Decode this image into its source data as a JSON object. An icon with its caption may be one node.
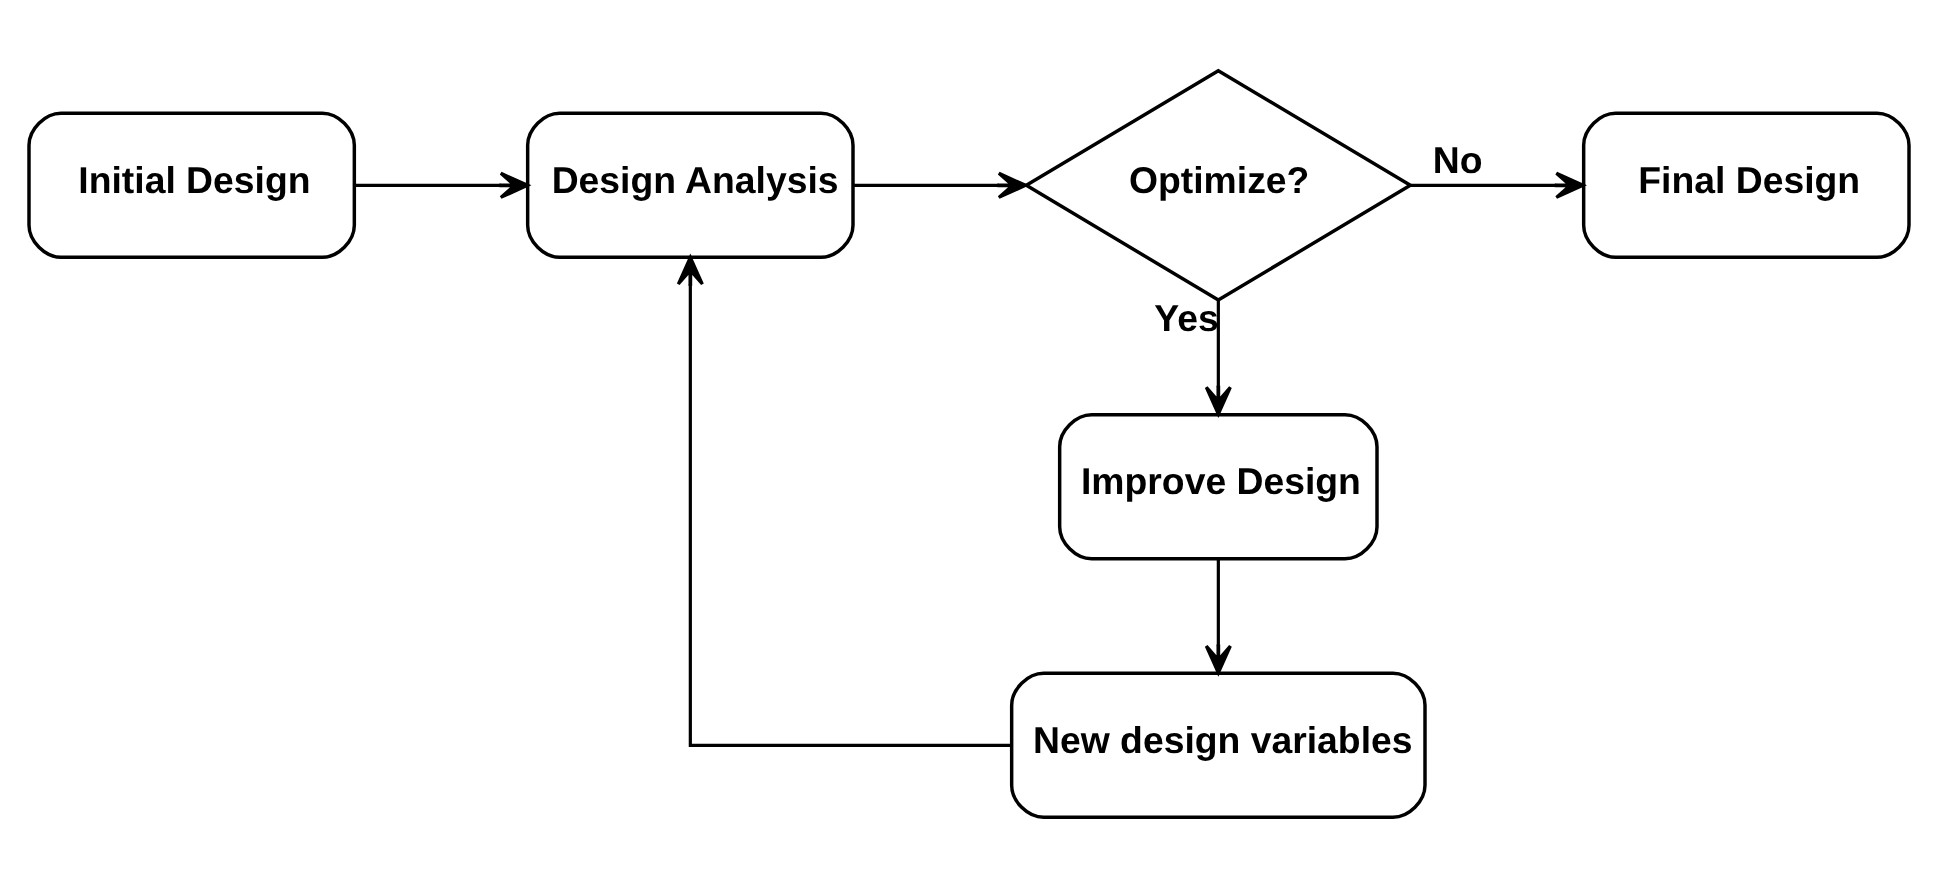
{
  "diagram": {
    "nodes": [
      {
        "text": [
          "Initial Design"
        ]
      },
      {
        "text": [
          "Design Analysis"
        ]
      },
      {
        "text": [
          "Optimize?"
        ]
      },
      {
        "text": [
          "Final Design"
        ]
      },
      {
        "text": [
          "Improve Design"
        ]
      },
      {
        "text": [
          "New design variables"
        ]
      }
    ],
    "edges": [
      {
        "from": 0,
        "to": 1,
        "arrow": "to"
      },
      {
        "from": 1,
        "to": 2,
        "arrow": "to"
      },
      {
        "from": 2,
        "to": 3,
        "arrow": "to",
        "label": "No"
      },
      {
        "from": 2,
        "to": 4,
        "arrow": "to",
        "label": "Yes"
      },
      {
        "from": 4,
        "to": 5,
        "arrow": "to"
      },
      {
        "from": 5,
        "to": 1,
        "arrow": "to"
      }
    ]
  }
}
